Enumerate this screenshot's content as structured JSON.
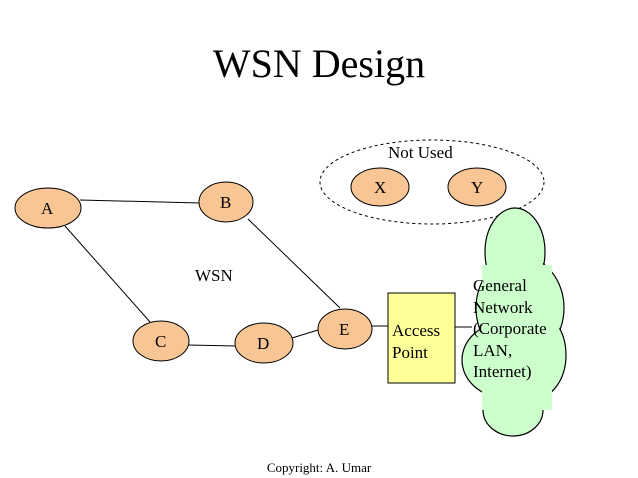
{
  "title": "WSN Design",
  "not_used_label": "Not Used",
  "wsn_label": "WSN",
  "nodes": [
    {
      "id": "A",
      "label": "A"
    },
    {
      "id": "B",
      "label": "B"
    },
    {
      "id": "C",
      "label": "C"
    },
    {
      "id": "D",
      "label": "D"
    },
    {
      "id": "E",
      "label": "E"
    },
    {
      "id": "X",
      "label": "X"
    },
    {
      "id": "Y",
      "label": "Y"
    }
  ],
  "access_point": {
    "line1": "Access",
    "line2": "Point"
  },
  "cloud": {
    "lines": [
      "General",
      "Network",
      "(Corporate",
      "LAN,",
      "Internet)"
    ]
  },
  "colors": {
    "node_fill": "#F8C594",
    "access_point_fill": "#FFFF99",
    "cloud_fill": "#CCFFCC"
  },
  "footer": "Copyright: A. Umar"
}
